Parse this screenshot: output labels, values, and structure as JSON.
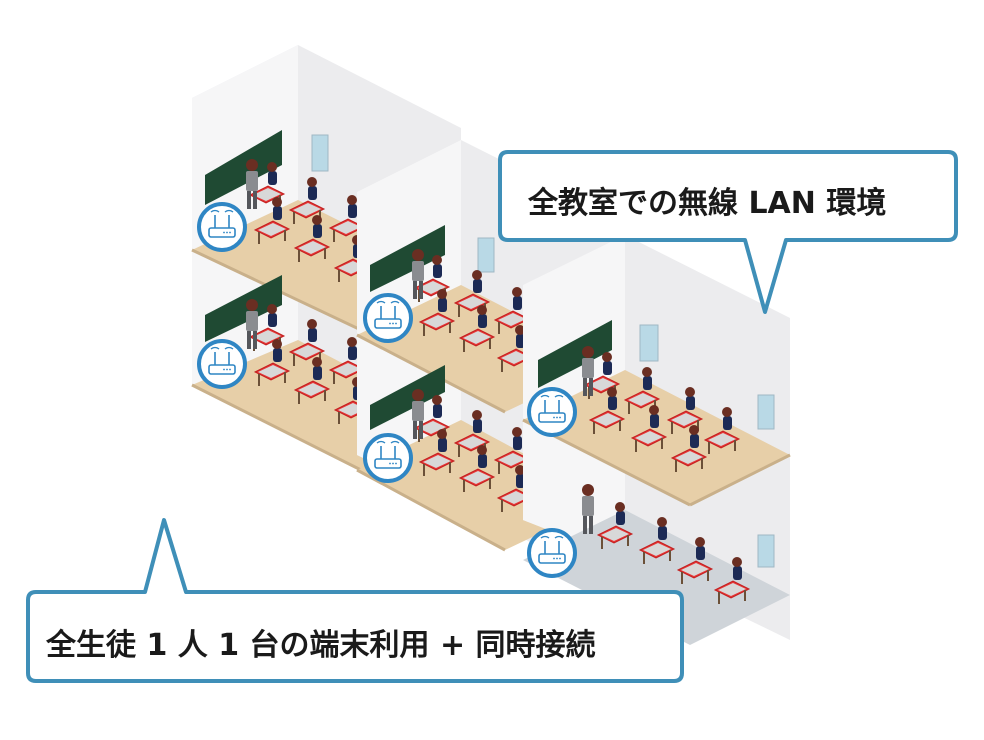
{
  "callouts": {
    "top": {
      "text": "全教室での無線 LAN 環境"
    },
    "bottom": {
      "text": "全生徒 1 人 1 台の端末利用 + 同時接続"
    }
  },
  "colors": {
    "callout_border": "#3f8fb8",
    "wall": "#f2f2f3",
    "wall_shade": "#e3e4e6",
    "floor": "#e7cfa8",
    "blackboard": "#1f4a33",
    "desk_highlight": "#e63535",
    "router_ring": "#2f86c4"
  },
  "icons": [
    "wifi-router-icon"
  ],
  "classrooms": [
    {
      "id": "left-upper",
      "router": true
    },
    {
      "id": "left-lower",
      "router": true
    },
    {
      "id": "middle-upper",
      "router": true
    },
    {
      "id": "middle-lower",
      "router": true
    },
    {
      "id": "right-upper",
      "router": true
    },
    {
      "id": "right-lower",
      "router": true
    }
  ]
}
